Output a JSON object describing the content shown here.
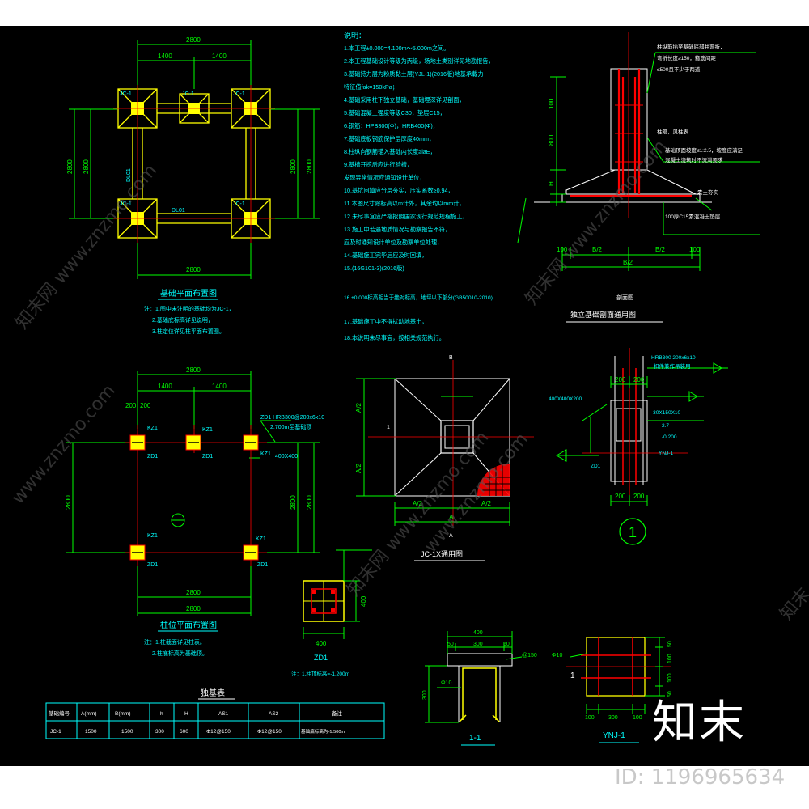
{
  "colors": {
    "background": "#000000",
    "dim": "#00ff00",
    "text": "#00ffff",
    "column": "#ffff00",
    "rebar": "#ff0000",
    "section": "#ffffff"
  },
  "plan_foundation": {
    "dims_top": [
      "2800",
      "1400",
      "1400"
    ],
    "dims_bottom": [
      "2800"
    ],
    "dims_left": [
      "2800",
      "2800"
    ],
    "dims_right": [
      "2800",
      "2800"
    ],
    "labels": [
      "JC-1",
      "JC-1",
      "JC-1",
      "JC-1",
      "JC-1",
      "DL01",
      "DL01"
    ],
    "caption": "基础平面布置图",
    "notes": [
      "注：1.图中未注明的基础均为JC-1，",
      "2.基础底标高详见说明，",
      "3.柱定位详见柱平面布置图。"
    ]
  },
  "plan_column": {
    "dims_top": [
      "2800",
      "1400",
      "1400"
    ],
    "dims_small": [
      "200",
      "200"
    ],
    "dims_left": [
      "2800"
    ],
    "dims_right": [
      "2800",
      "2800"
    ],
    "dims_bottom": [
      "2800",
      "2800"
    ],
    "labels": [
      "KZ1",
      "KZ1",
      "KZ1",
      "KZ1",
      "KZ1",
      "ZD1",
      "ZD1",
      "ZD1",
      "ZD1"
    ],
    "callout": [
      "ZD1 HRB300@200x6x10",
      "2.700m至基础顶",
      "400X400"
    ],
    "caption": "柱位平面布置图",
    "notes": [
      "注：1.柱截面详见柱表。",
      "2.柱底标高为基础顶。"
    ]
  },
  "general_notes": {
    "title": "说明：",
    "lines": [
      "1.本工程±0.000=4.100m～5.000m之间。",
      "2.本工程基础设计等级为丙级，场地土类别详见地勘报告，",
      "3.基础持力层为粉质黏土层(YJL-1)(2016版)地基承载力",
      "  特征值fak=150kPa；",
      "4.基础采用柱下独立基础，基础埋深详见剖面，",
      "5.基础混凝土强度等级C30，垫层C15，",
      "6.钢筋：HPB300(Φ)，HRB400(Φ)，",
      "7.基础底板钢筋保护层厚度40mm，",
      "8.柱纵向钢筋锚入基础内长度≥laE，",
      "9.基槽开挖后应进行验槽，",
      "  发现异常情况应通知设计单位，",
      "10.基坑回填应分层夯实，压实系数≥0.94，",
      "11.本图尺寸除标高以m计外，其余均以mm计，",
      "12.未尽事宜应严格按照国家现行规范规程施工，",
      "13.施工中若遇地质情况与勘察报告不符，",
      "   应及时通知设计单位及勘察单位处理，",
      "14.基础施工完毕后应及时回填，",
      "15.(16G101-3)(2016版)",
      "16.±0.000标高相当于绝对标高，地坪以下部分(GB50010-2010)",
      "17.基础施工中不得扰动地基土，",
      "18.本说明未尽事宜，按相关规范执行。"
    ]
  },
  "section_detail": {
    "dims_left": [
      "100",
      "800",
      "H"
    ],
    "dims_bottom": [
      "100",
      "B/2",
      "B/2",
      "100",
      "B/2"
    ],
    "notes_right": [
      "柱纵筋插至基础底部并弯折，",
      "弯折长度≥150，箍筋间距",
      "≤500且不少于两道"
    ],
    "note_mid": [
      "柱箍，见柱表",
      "基础顶面坡度≤1:2.5，坡度应满足",
      "混凝土浇筑时不流淌要求"
    ],
    "note_low": [
      "素土夯实",
      "100厚C15素混凝土垫层"
    ],
    "label_center": "剖面图",
    "caption": "独立基础剖面通用图"
  },
  "plan_detail": {
    "dims_left": [
      "A/2",
      "A/2"
    ],
    "dims_bottom": [
      "A/2",
      "A/2",
      "A"
    ],
    "label_top": "B",
    "label_bottom": "A",
    "label_side": "1",
    "caption": "JC-1X通用图"
  },
  "node_detail": {
    "dims_top": [
      "200",
      "200"
    ],
    "callout_top": [
      "HRB300 200x6x10",
      "扣件兼作吊装用"
    ],
    "callout_mid": [
      "400X400X200",
      "-30X150X10"
    ],
    "elev": "2.7",
    "elev2": "-0.200",
    "label_beam": "YNJ-1",
    "label_zd": "ZD1",
    "dims_bottom": [
      "200",
      "200"
    ],
    "circle_label": "1"
  },
  "zd1_detail": {
    "dim_side": "400",
    "dim_bottom": "400",
    "label": "ZD1",
    "note": "注：1.柱顶标高=-1.200m"
  },
  "table": {
    "title": "独基表",
    "headers": [
      "基础编号",
      "A(mm)",
      "B(mm)",
      "h",
      "H",
      "AS1",
      "AS2",
      "备注"
    ],
    "row": [
      "JC-1",
      "1500",
      "1500",
      "300",
      "600",
      "Φ12@150",
      "Φ12@150",
      "基础底标高为-1.500m"
    ]
  },
  "section_1_1": {
    "dims_top": [
      "400",
      "50",
      "300",
      "50"
    ],
    "dim_left": "300",
    "rebar_label": "Φ10",
    "note": "@150",
    "caption": "1-1"
  },
  "ynj_1": {
    "dims_right": [
      "50",
      "100",
      "100",
      "50"
    ],
    "dims_bottom": [
      "100",
      "300",
      "100"
    ],
    "rebar_label": "Φ10",
    "side_label": "1",
    "caption": "YNJ-1"
  },
  "watermarks": [
    "知末网 www.znzmo.com",
    "www.znzmo.com",
    "知末网 www.znzmo.com",
    "知末网 www.znzmo.com",
    "知末",
    "www.znzmo.com"
  ],
  "brand": "知末",
  "id_text": "ID: 1196965634"
}
